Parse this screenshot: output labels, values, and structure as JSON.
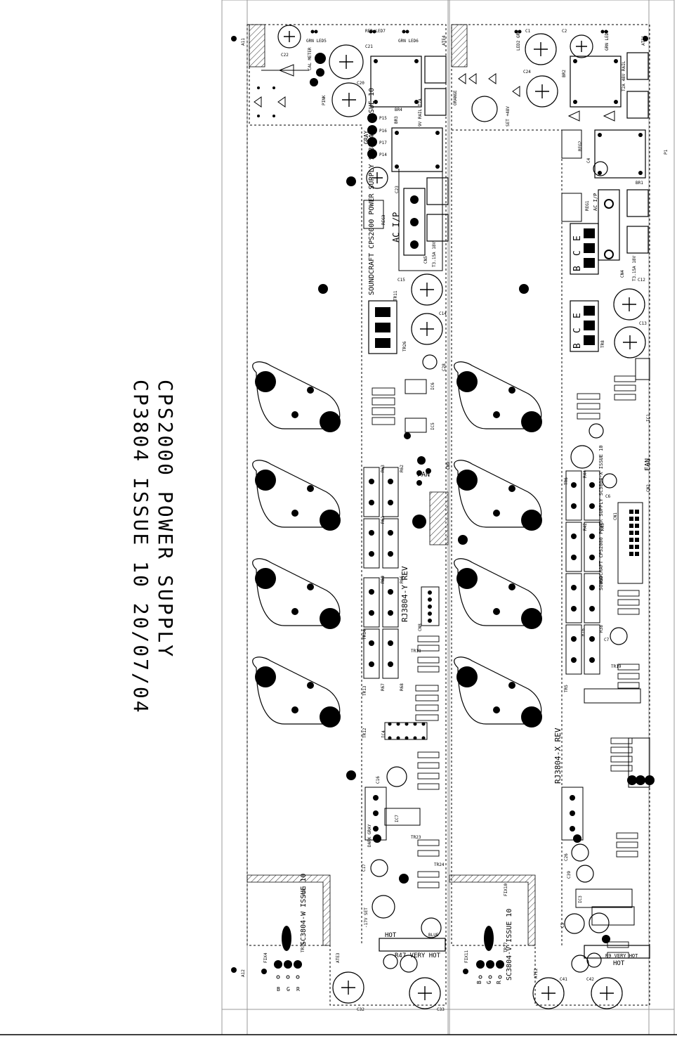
{
  "title": {
    "line1": "CPS2000 POWER SUPPLY",
    "line2": "CP3804 ISSUE 10  20/07/04"
  },
  "labels": {
    "board_y_name": "SOUNDCRAFT CPS2000 POWER SUPPLY SC3804-Y ISSUE 10",
    "board_x_name": "SOUNDCRAFT CPS2000 POWER SUPPLY SC3804-X ISSUE 10",
    "board_w_name": "SC3804-W ISSUE 10",
    "board_v_name": "SC3804-V ISSUE 10",
    "rj_y": "RJ3804-Y REV",
    "rj_x": "RJ3804-X REV",
    "ac_ip_y": "AC I/P",
    "ac_ip_x": "AC I/P",
    "fan_y": "FAN",
    "fan_x": "FAN",
    "hot_y": "HOT",
    "hot_v": "HOT",
    "very_hot_y": "R47 VERY HOT",
    "very_hot_v": "R9 VERY HOT",
    "blue": "BLUE",
    "gray": "GRAY",
    "pink": "PINK",
    "orange": "ORANGE",
    "dark_gray": "DARK GRAY",
    "cal_meter": "CAL METER",
    "set_48": "SET +48V",
    "set_17": "-17V SET",
    "rail_9v": "9V RAIL T2A",
    "rail_48v": "T2A 48V RAIL",
    "fuse_y": "T3.15A 18V",
    "fuse_x": "T3.15A 18V",
    "bgr_w": [
      "B",
      "G",
      "R"
    ],
    "bgr_v": [
      "B",
      "G",
      "R"
    ],
    "a11": "A11",
    "a12": "A12",
    "ate1": "ATE1",
    "ate4": "ATE4",
    "ate2": "ATE2",
    "ate3": "ATE3",
    "fix3": "FIX3",
    "fix4": "FIX4",
    "fix10": "FIX10",
    "fix11": "FIX11",
    "tr31": "TR31",
    "tr27": "TR27",
    "p1": "P1",
    "bce": [
      "B",
      "C",
      "E"
    ],
    "components": {
      "c21": "C21",
      "c22": "C22",
      "c20": "C20",
      "c1": "C1",
      "c2": "C2",
      "c24": "C24",
      "c23": "C23",
      "c15": "C15",
      "c14": "C14",
      "c12": "C12",
      "c13": "C13",
      "c16": "C16",
      "c17": "C17",
      "c32": "C32",
      "c33": "C33",
      "c41": "C41",
      "c42": "C42",
      "c26": "C26",
      "c39": "C39",
      "c5": "C5",
      "c6": "C6",
      "c7": "C7",
      "c4": "C4",
      "c28": "C28",
      "br1": "BR1",
      "br2": "BR2",
      "br3": "BR3",
      "br4": "BR4",
      "led2": "LED2 GRN",
      "led3": "GRN LED3",
      "led5": "GRN LED5",
      "led6": "GRN LED6",
      "led7": "RED LED7",
      "p15": "P15",
      "p16": "P16",
      "p17": "P17",
      "p14": "P14",
      "reg1": "REG1",
      "reg2": "REG2",
      "reg3": "REG3",
      "ic1": "IC1",
      "ic3": "IC3",
      "ic4": "IC4",
      "ic5": "IC5",
      "ic6": "IC6",
      "ic7": "IC7",
      "cn1": "CN1",
      "cn2": "CN2",
      "cn4": "CN4",
      "cn5": "CN5",
      "cn8": "CN8",
      "cn9": "CN9",
      "tr5": "TR5",
      "tr6": "TR6",
      "tr8": "TR8",
      "tr11": "TR11",
      "tr12": "TR12",
      "tr13": "TR13",
      "tr14": "TR14",
      "tr18": "TR18",
      "tr19": "TR19",
      "tr23": "TR23",
      "tr24": "TR24",
      "tr26": "TR26",
      "r37": "R37",
      "r38": "R38",
      "r39": "R39",
      "r42": "R42",
      "r43": "R43",
      "r44": "R44",
      "r60": "R60",
      "r61": "R61",
      "r62": "R62",
      "r63": "R63",
      "r66": "R66",
      "r67": "R67",
      "r68": "R68",
      "r69": "R69",
      "r16": "R16"
    }
  }
}
